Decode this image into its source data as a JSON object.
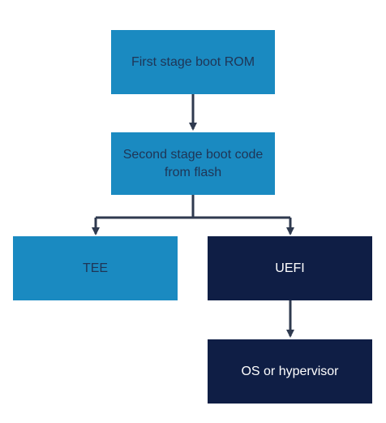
{
  "diagram": {
    "nodes": {
      "rom": {
        "label": "First stage boot ROM",
        "fill": "#1a8ac1",
        "text_color": "#1f3556"
      },
      "flash": {
        "label": "Second stage boot code from flash",
        "fill": "#1a8ac1",
        "text_color": "#1f3556"
      },
      "tee": {
        "label": "TEE",
        "fill": "#1a8ac1",
        "text_color": "#1f3556"
      },
      "uefi": {
        "label": "UEFI",
        "fill": "#0f1e45",
        "text_color": "#ffffff"
      },
      "os": {
        "label": "OS or hypervisor",
        "fill": "#0f1e45",
        "text_color": "#ffffff"
      }
    },
    "edges": [
      {
        "from": "rom",
        "to": "flash"
      },
      {
        "from": "flash",
        "to": "tee"
      },
      {
        "from": "flash",
        "to": "uefi"
      },
      {
        "from": "uefi",
        "to": "os"
      }
    ],
    "connector_color": "#2f3a4f"
  }
}
